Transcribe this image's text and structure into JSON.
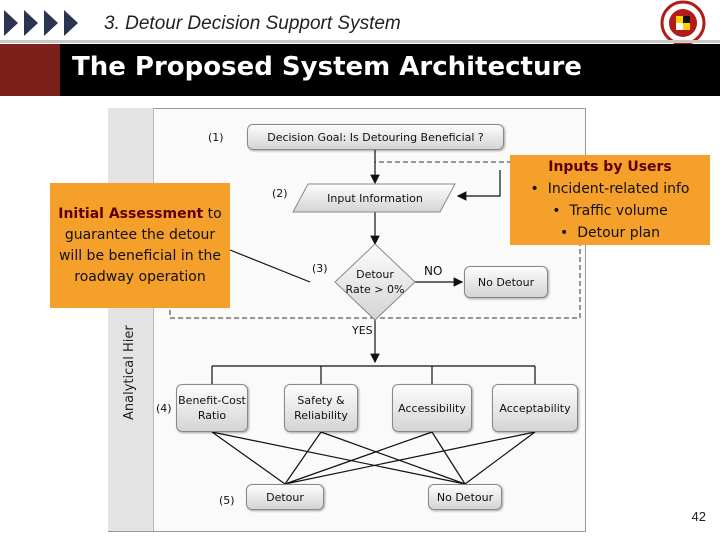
{
  "header": {
    "section_title": "3. Detour Decision Support System",
    "slide_title": "The Proposed System Architecture",
    "icons": [
      "forward-arrow-icon",
      "university-seal-logo"
    ]
  },
  "side_label": "Analytical Hier",
  "diagram": {
    "steps": {
      "s1": "(1)",
      "s2": "(2)",
      "s3": "(3)",
      "s4": "(4)",
      "s5": "(5)"
    },
    "goal": "Decision Goal: Is Detouring Beneficial ?",
    "input_info": "Input Information",
    "decision": "Detour Rate > 0%",
    "no_label": "NO",
    "yes_label": "YES",
    "no_detour_top": "No Detour",
    "criteria": [
      "Benefit-Cost Ratio",
      "Safety & Reliability",
      "Accessibility",
      "Acceptability"
    ],
    "alternatives": [
      "Detour",
      "No Detour"
    ]
  },
  "callouts": {
    "initial_bold": "Initial Assessment",
    "initial_rest": " to guarantee the detour will be beneficial in the roadway operation",
    "inputs_title": "Inputs by Users",
    "inputs_items": [
      "Incident-related info",
      "Traffic volume",
      "Detour plan"
    ]
  },
  "colors": {
    "banner": "#000000",
    "banner_accent": "#7a1f1a",
    "callout_fill": "#f5a02a",
    "callout_title": "#5a0000"
  },
  "page_number": "42"
}
